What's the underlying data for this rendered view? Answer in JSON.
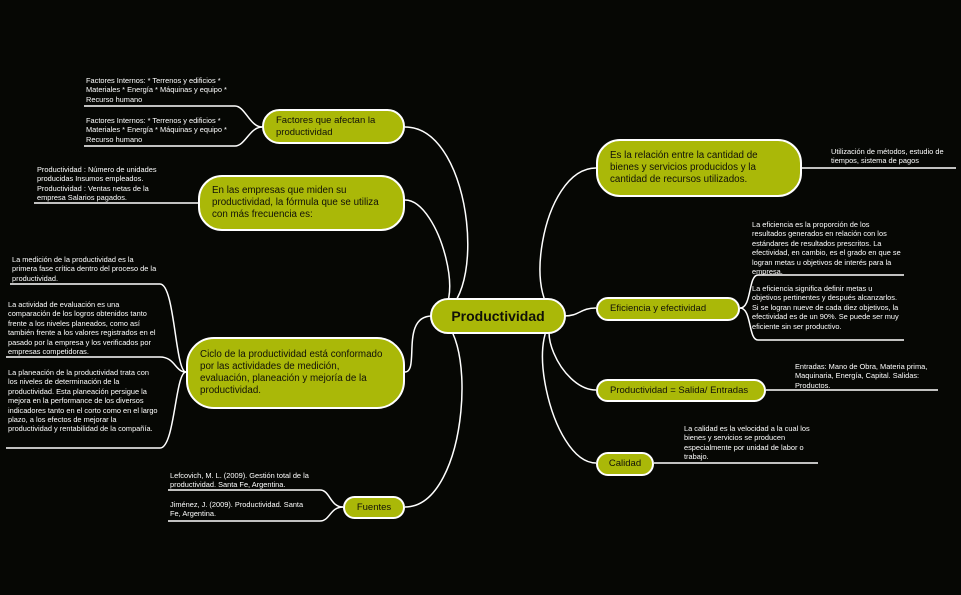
{
  "central": "Productividad",
  "topics": {
    "factores": "Factores que afectan la productividad",
    "formula": "En las empresas que miden su productividad, la fórmula que se utiliza con más frecuencia es:",
    "ciclo": "Ciclo de la productividad está conformado por las actividades de medición, evaluación, planeación y mejoría de la productividad.",
    "fuentes": "Fuentes",
    "relacion": "Es la relación entre la cantidad de bienes y servicios producidos y la cantidad de recursos utilizados.",
    "eficiencia": "Eficiencia y efectividad",
    "salida": "Productividad = Salida/ Entradas",
    "calidad": "Calidad"
  },
  "leaves": {
    "factores_1": "Factores Internos: * Terrenos y edificios * Materiales * Energía * Máquinas y equipo * Recurso humano",
    "factores_2": "Factores Internos: * Terrenos y edificios * Materiales * Energía * Máquinas y equipo * Recurso humano",
    "formula_1": "Productividad : Número de unidades producidas Insumos empleados. Productividad : Ventas netas de la empresa Salarios pagados.",
    "ciclo_1": "La medición de la productividad es la primera fase crítica dentro del proceso de la productividad.",
    "ciclo_2": "La actividad de evaluación es una comparación de los logros obtenidos tanto frente a los niveles planeados, como así también frente a los valores registrados en el pasado por la empresa y los verificados por empresas competidoras.",
    "ciclo_3": "La planeación de la productividad trata con los niveles de determinación de la productividad. Esta planeación persigue la mejora en la performance de los diversos indicadores tanto en el corto como en el largo plazo, a los efectos de mejorar la productividad y rentabilidad de la compañía.",
    "fuentes_1": "Lefcovich, M. L. (2009). Gestión total de la productividad. Santa Fe, Argentina.",
    "fuentes_2": "Jiménez, J. (2009). Productividad. Santa Fe, Argentina.",
    "relacion_1": "Utilización de métodos, estudio de tiempos, sistema de pagos",
    "eficiencia_1": "La eficiencia es la proporción de los resultados generados en relación con los estándares de resultados prescritos. La efectividad, en cambio, es el grado en que se logran metas u objetivos de interés para la empresa.",
    "eficiencia_2": "La eficiencia significa definir metas u objetivos pertinentes y después alcanzarlos. Si se logran nueve de cada diez objetivos, la efectividad es de un 90%. Se puede ser muy eficiente sin ser productivo.",
    "salida_1": "Entradas: Mano de Obra, Materia prima, Maquinaria, Energía, Capital. Salidas: Productos.",
    "calidad_1": "La calidad es la velocidad a la cual los bienes y servicios se producen especialmente por unidad de labor o trabajo."
  },
  "colors": {
    "background": "#060704",
    "node_fill": "#aab808",
    "line": "#ffffff"
  }
}
